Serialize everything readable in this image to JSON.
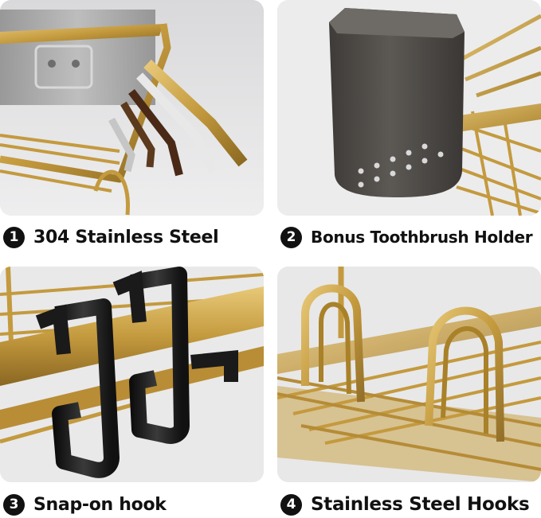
{
  "colors": {
    "tile_background": "#e6e6e8",
    "gold": "#c9a24a",
    "gold_dark": "#9c7a2c",
    "black_hook": "#1a1a1a",
    "cup": "#4e4b48",
    "badge": "#111111"
  },
  "panels": [
    {
      "image": "corner-shelf-steel-layers-image",
      "number": "1",
      "caption": "304 Stainless Steel"
    },
    {
      "image": "toothbrush-holder-cup-image",
      "number": "2",
      "caption": "Bonus Toothbrush Holder"
    },
    {
      "image": "black-s-hooks-on-rail-image",
      "number": "3",
      "caption": "Snap-on hook"
    },
    {
      "image": "gold-wire-basket-hooks-image",
      "number": "4",
      "caption": "Stainless Steel Hooks"
    }
  ]
}
